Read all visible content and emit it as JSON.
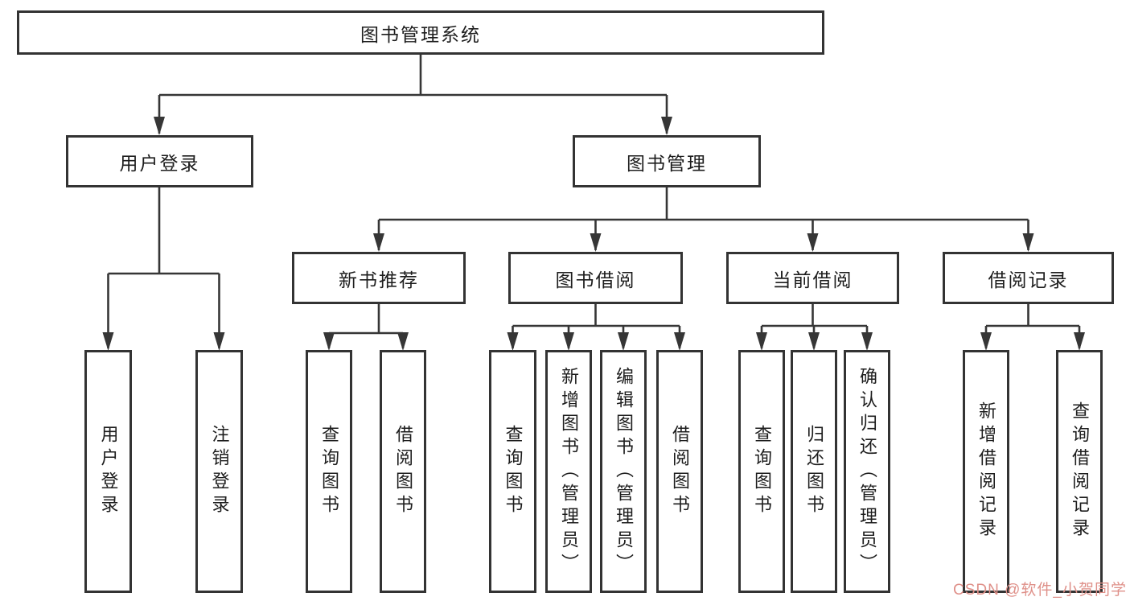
{
  "diagram": {
    "root": {
      "label": "图书管理系统"
    },
    "branches": [
      {
        "label": "用户登录",
        "children": [
          {
            "label": "用户登录"
          },
          {
            "label": "注销登录"
          }
        ]
      },
      {
        "label": "图书管理",
        "children": [
          {
            "label": "新书推荐",
            "children": [
              {
                "label": "查询图书"
              },
              {
                "label": "借阅图书"
              }
            ]
          },
          {
            "label": "图书借阅",
            "children": [
              {
                "label": "查询图书"
              },
              {
                "label": "新增图书（管理员）"
              },
              {
                "label": "编辑图书（管理员）"
              },
              {
                "label": "借阅图书"
              }
            ]
          },
          {
            "label": "当前借阅",
            "children": [
              {
                "label": "查询图书"
              },
              {
                "label": "归还图书"
              },
              {
                "label": "确认归还（管理员）"
              }
            ]
          },
          {
            "label": "借阅记录",
            "children": [
              {
                "label": "新增借阅记录"
              },
              {
                "label": "查询借阅记录"
              }
            ]
          }
        ]
      }
    ]
  },
  "watermark": {
    "text": "CSDN @软件_小贺同学"
  },
  "colors": {
    "line": "#363636",
    "border": "#333333",
    "text": "#1d1d1d",
    "background": "#ffffff",
    "watermark": "#df9089"
  }
}
